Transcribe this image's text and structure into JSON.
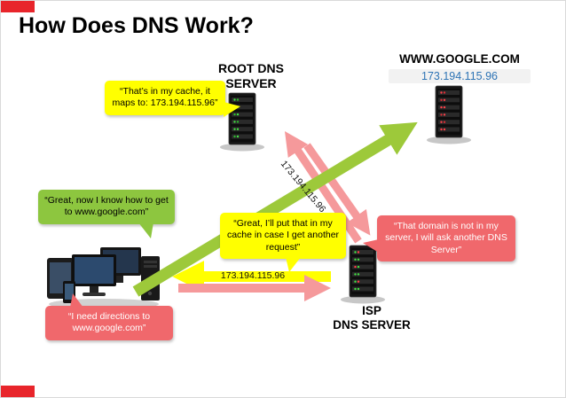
{
  "slide": {
    "title": "How Does DNS Work?",
    "colors": {
      "corner_red": "#e8252b",
      "bubble_yellow": "#ffff00",
      "bubble_green": "#8dc63f",
      "bubble_pink": "#f0686c",
      "arrow_green": "#9dc93a",
      "arrow_pink": "#f5999b",
      "arrow_yellow": "#ffff00",
      "ip_blue": "#2e74b5"
    }
  },
  "nodes": {
    "root_dns": {
      "label": "ROOT DNS SERVER"
    },
    "google": {
      "domain": "WWW.GOOGLE.COM",
      "ip": "173.194.115.96"
    },
    "isp": {
      "label_line1": "ISP",
      "label_line2": "DNS SERVER"
    },
    "client": {
      "description": "client devices"
    }
  },
  "bubbles": {
    "root_reply": "“That’s in my cache, it maps to: 173.194.115.96”",
    "client_success": "“Great, now I know how to get to www.google.com”",
    "isp_cache": "“Great, I’ll put that in my cache in case I get another request”",
    "isp_referral": "“That domain is not in my server, I will ask another DNS Server”",
    "client_request": "“I need directions to www.google.com”"
  },
  "arrow_labels": {
    "isp_to_client_ip": "173.194.115.96",
    "root_to_isp_ip": "173.194.115.96"
  }
}
